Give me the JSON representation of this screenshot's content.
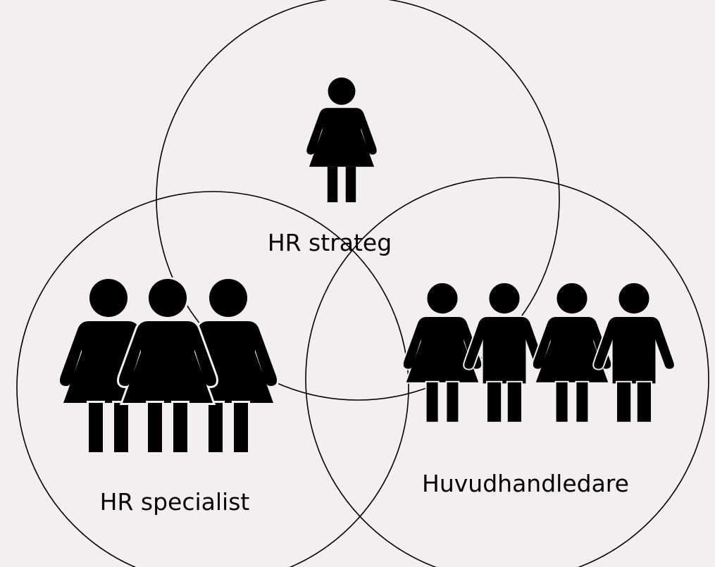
{
  "diagram": {
    "background": "#f2efee",
    "ink": "#000000",
    "groups": [
      {
        "id": "strateg",
        "label": "HR strateg",
        "figures": [
          "woman"
        ]
      },
      {
        "id": "specialist",
        "label": "HR specialist",
        "figures": [
          "woman",
          "woman",
          "woman"
        ]
      },
      {
        "id": "huvudhandledare",
        "label": "Huvudhandledare",
        "figures": [
          "woman",
          "man",
          "woman",
          "man"
        ]
      }
    ]
  }
}
